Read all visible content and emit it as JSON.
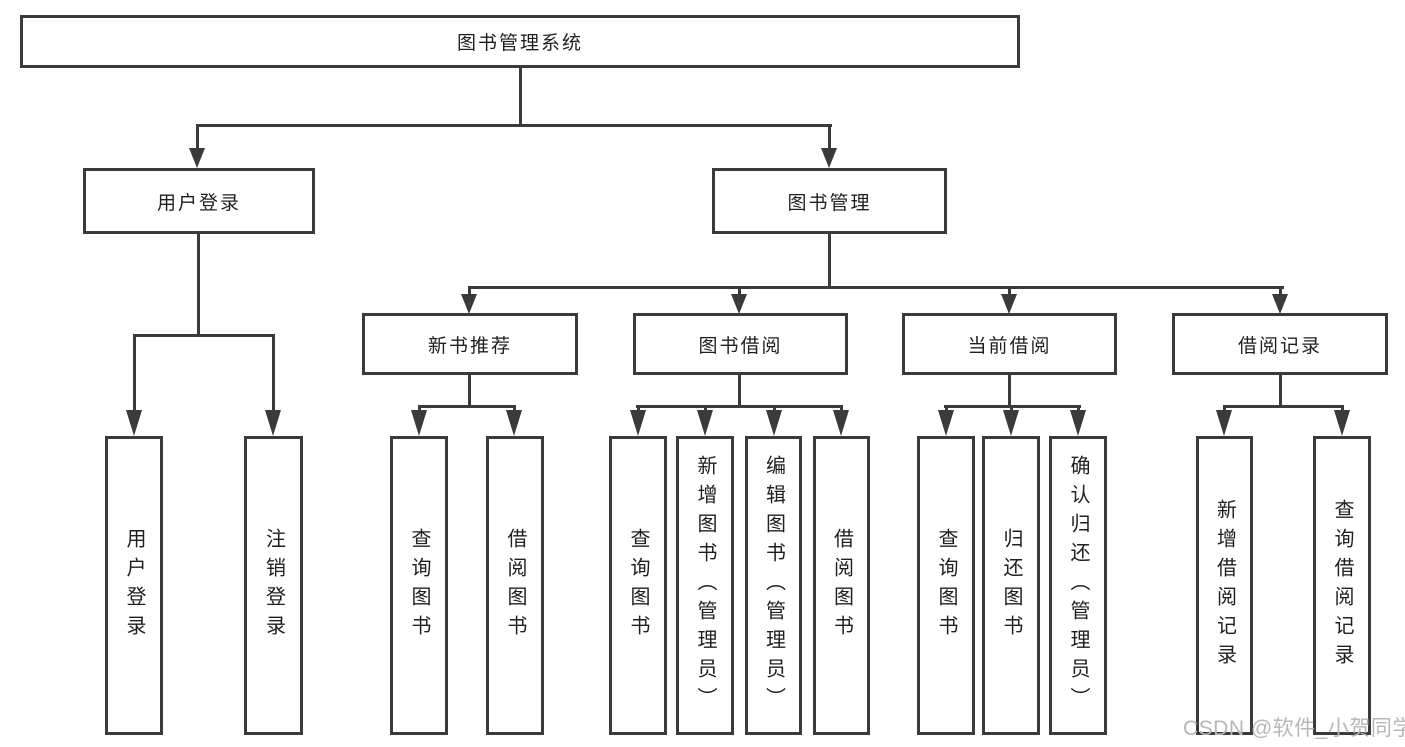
{
  "diagram": {
    "root": {
      "label": "图书管理系统"
    },
    "level2": [
      {
        "label": "用户登录",
        "children": [
          "用户登录",
          "注销登录"
        ]
      },
      {
        "label": "图书管理"
      }
    ],
    "level3": [
      {
        "label": "新书推荐",
        "children": [
          "查询图书",
          "借阅图书"
        ]
      },
      {
        "label": "图书借阅",
        "children": [
          "查询图书",
          "新增图书（管理员）",
          "编辑图书（管理员）",
          "借阅图书"
        ]
      },
      {
        "label": "当前借阅",
        "children": [
          "查询图书",
          "归还图书",
          "确认归还（管理员）"
        ]
      },
      {
        "label": "借阅记录",
        "children": [
          "新增借阅记录",
          "查询借阅记录"
        ]
      }
    ]
  },
  "watermark": "CSDN @软件_小贺同学",
  "colors": {
    "line": "#3a3a3a",
    "text": "#1f1f1f",
    "watermark": "#b7b7b7",
    "bg": "#ffffff"
  }
}
